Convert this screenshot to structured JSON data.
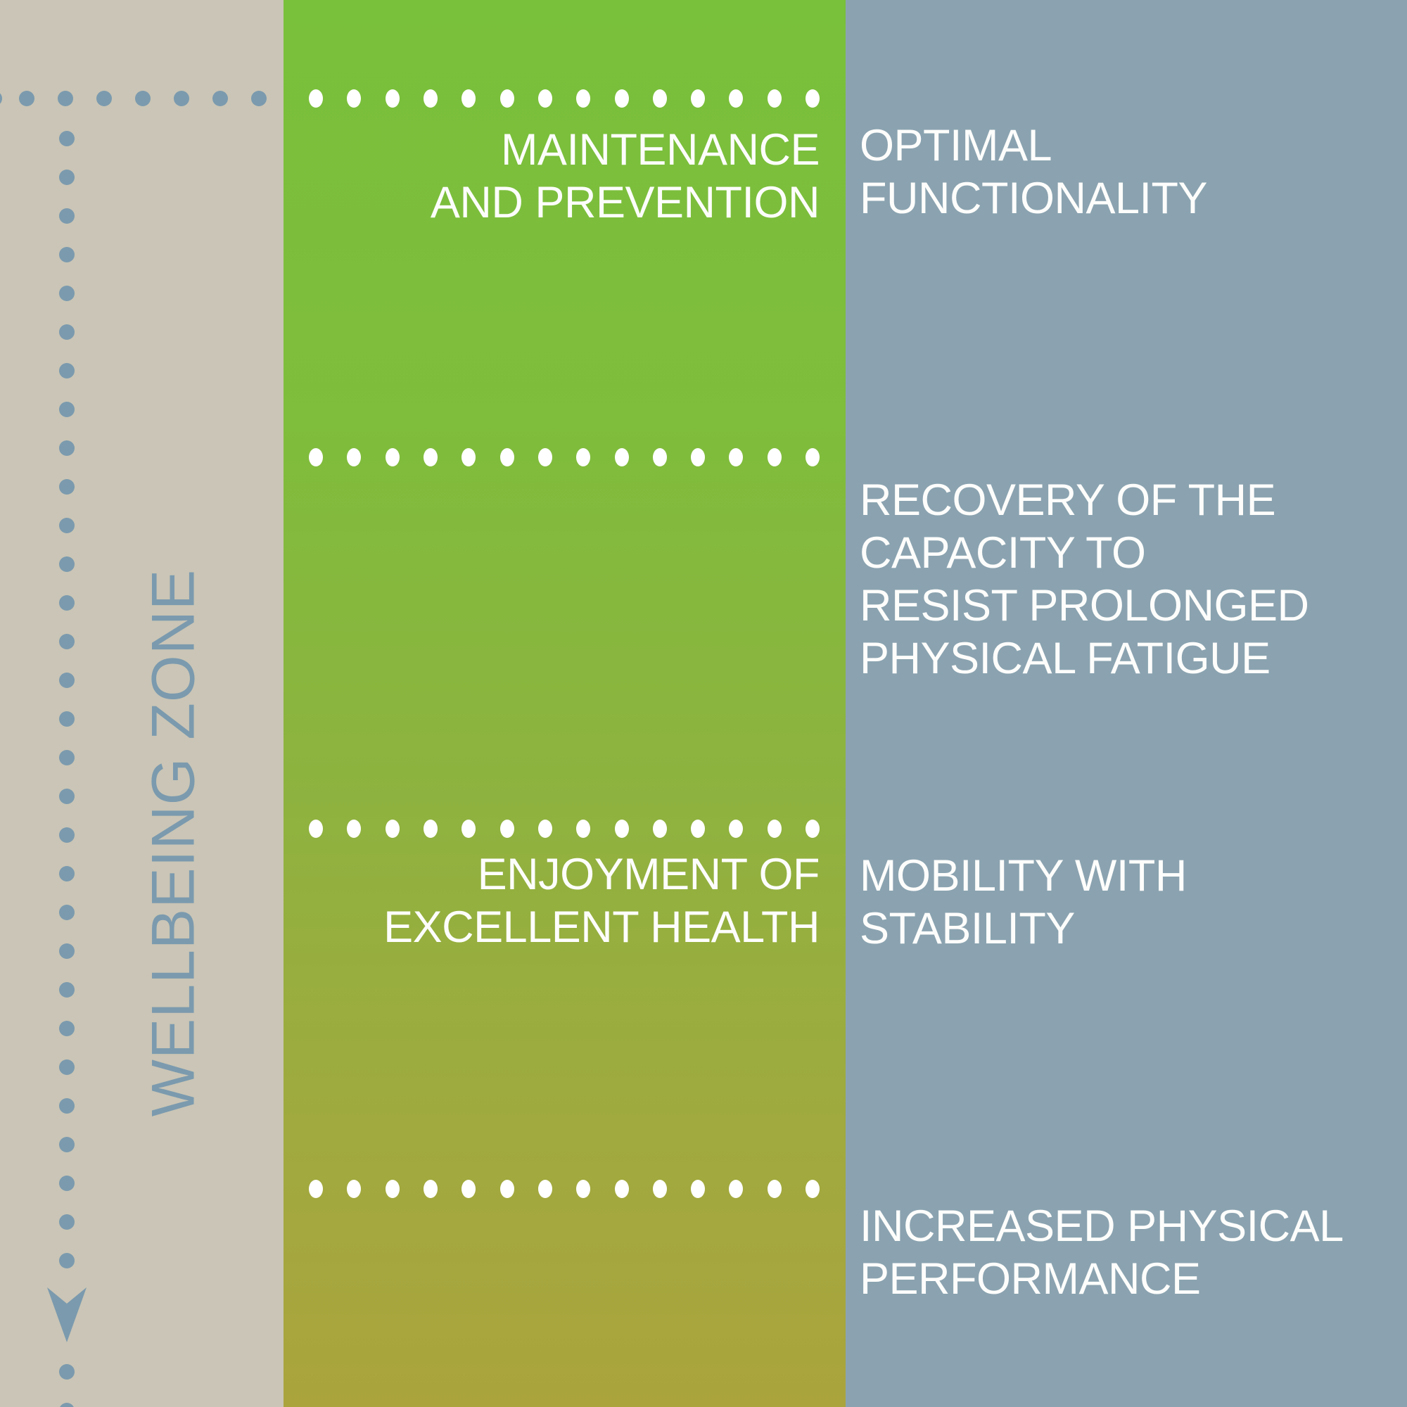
{
  "left_column": {
    "label": "WELLBEING ZONE"
  },
  "middle_column": {
    "top_label": "MAINTENANCE\nAND PREVENTION",
    "bottom_label": "ENJOYMENT OF\nEXCELLENT HEALTH"
  },
  "right_column": {
    "row1": "OPTIMAL\nFUNCTIONALITY",
    "row2": "RECOVERY OF THE\nCAPACITY TO\nRESIST PROLONGED\nPHYSICAL FATIGUE",
    "row3": "MOBILITY WITH\nSTABILITY",
    "row4": "INCREASED PHYSICAL\nPERFORMANCE"
  },
  "colors": {
    "beige_background": "#cac5b6",
    "blue_background": "#8ba3b0",
    "green_gradient_top": "#79c03b",
    "green_gradient_bottom": "#aba43d",
    "accent_blue_gray": "#7b9aae",
    "dot_white": "#ffffff",
    "text_white": "#fdfdfc"
  }
}
